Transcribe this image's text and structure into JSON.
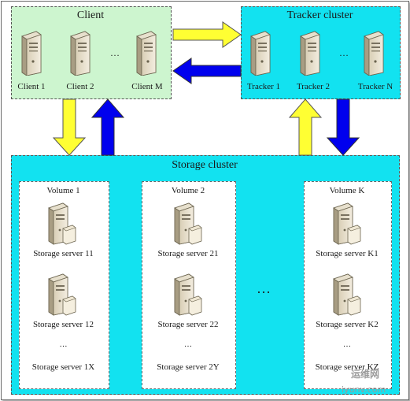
{
  "client": {
    "title": "Client",
    "servers": [
      "Client 1",
      "Client 2",
      "Client M"
    ],
    "ellipsis": "…"
  },
  "tracker": {
    "title": "Tracker cluster",
    "servers": [
      "Tracker 1",
      "Tracker 2",
      "Tracker N"
    ],
    "ellipsis": "…"
  },
  "storage": {
    "title": "Storage cluster",
    "between_volumes": "…",
    "volumes": [
      {
        "title": "Volume 1",
        "servers": [
          "Storage server 11",
          "Storage server 12"
        ],
        "ellipsis": "…",
        "last": "Storage server 1X"
      },
      {
        "title": "Volume 2",
        "servers": [
          "Storage server 21",
          "Storage server 22"
        ],
        "ellipsis": "…",
        "last": "Storage server 2Y"
      },
      {
        "title": "Volume K",
        "servers": [
          "Storage server K1",
          "Storage server K2"
        ],
        "ellipsis": "…",
        "last": "Storage server KZ"
      }
    ]
  },
  "watermark": {
    "text": "运维网",
    "url": "iyunv.com"
  },
  "colors": {
    "client_bg": "#cdf5cf",
    "cluster_bg": "#12e2f0",
    "arrow_yellow": "#ffff33",
    "arrow_blue": "#0000ee"
  }
}
